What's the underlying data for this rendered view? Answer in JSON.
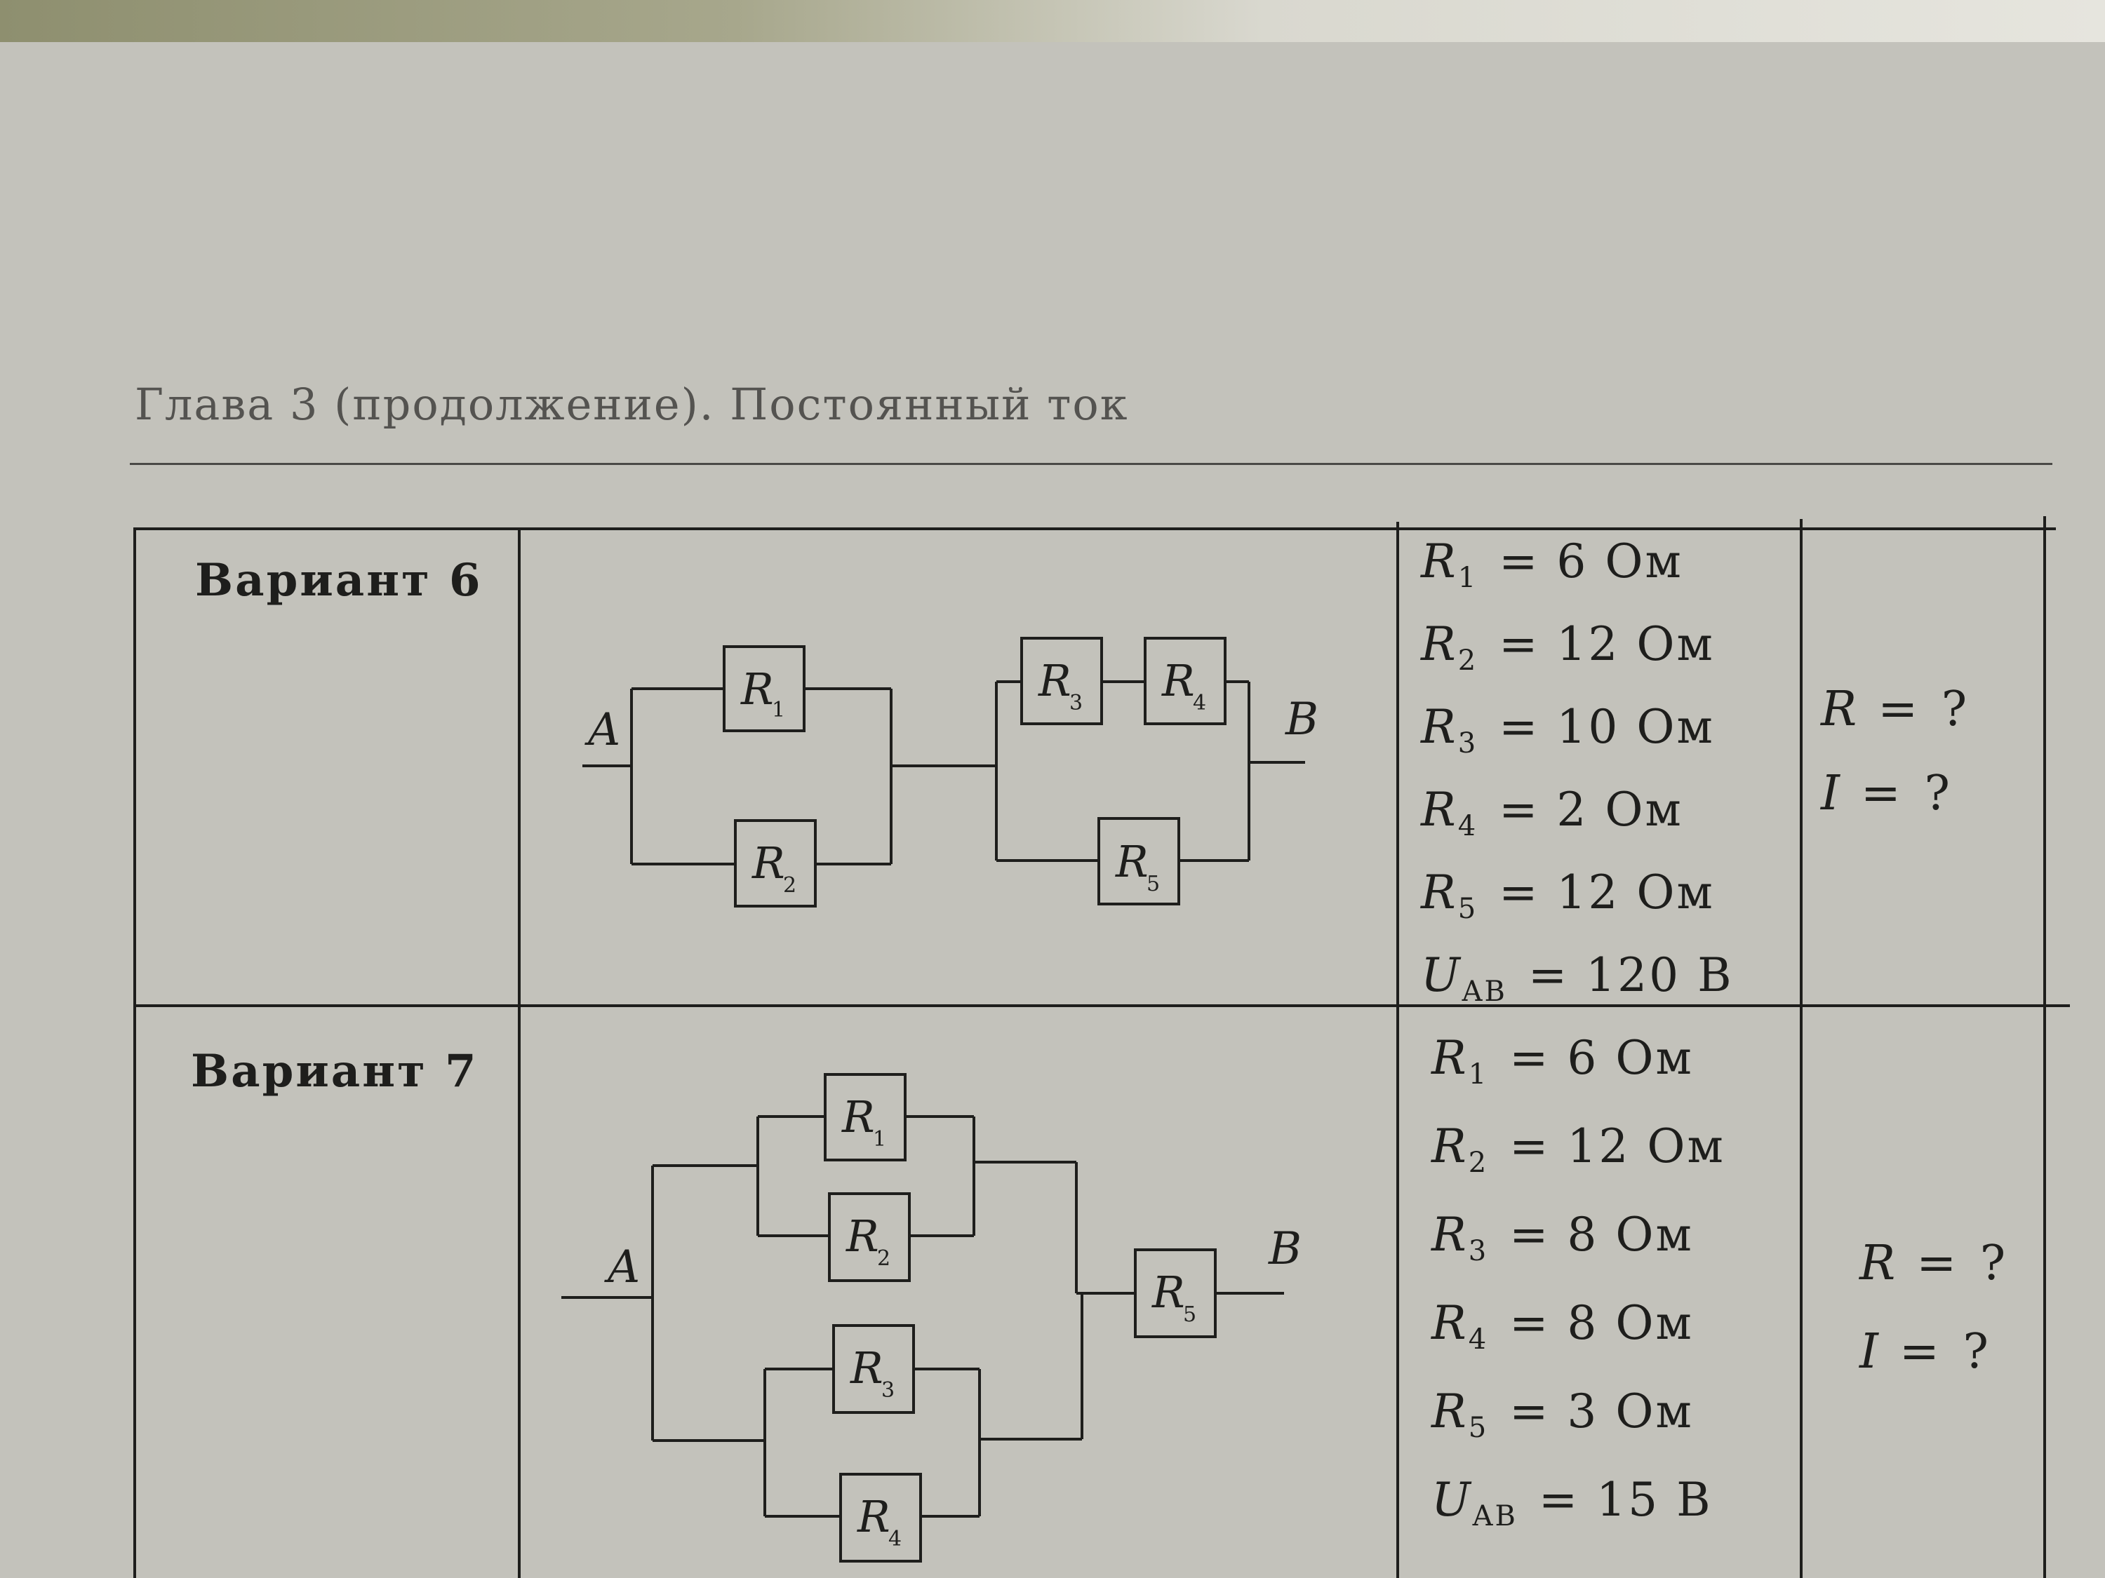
{
  "header": {
    "title": "Глава 3 (продолжение). Постоянный ток"
  },
  "variants": [
    {
      "label": "Вариант 6",
      "node_a": "A",
      "node_b": "B",
      "resistors": [
        {
          "name": "R",
          "sub": "1"
        },
        {
          "name": "R",
          "sub": "2"
        },
        {
          "name": "R",
          "sub": "3"
        },
        {
          "name": "R",
          "sub": "4"
        },
        {
          "name": "R",
          "sub": "5"
        }
      ],
      "given": [
        {
          "sym": "R",
          "sub": "1",
          "value": "= 6 Ом"
        },
        {
          "sym": "R",
          "sub": "2",
          "value": "= 12 Ом"
        },
        {
          "sym": "R",
          "sub": "3",
          "value": "= 10 Ом"
        },
        {
          "sym": "R",
          "sub": "4",
          "value": "= 2 Ом"
        },
        {
          "sym": "R",
          "sub": "5",
          "value": "= 12 Ом"
        },
        {
          "sym": "U",
          "sub": "AB",
          "value": "= 120 В"
        }
      ],
      "find": [
        {
          "sym": "R",
          "value": "= ?"
        },
        {
          "sym": "I",
          "value": "= ?"
        }
      ]
    },
    {
      "label": "Вариант 7",
      "node_a": "A",
      "node_b": "B",
      "resistors": [
        {
          "name": "R",
          "sub": "1"
        },
        {
          "name": "R",
          "sub": "2"
        },
        {
          "name": "R",
          "sub": "3"
        },
        {
          "name": "R",
          "sub": "4"
        },
        {
          "name": "R",
          "sub": "5"
        }
      ],
      "given": [
        {
          "sym": "R",
          "sub": "1",
          "value": "= 6 Ом"
        },
        {
          "sym": "R",
          "sub": "2",
          "value": "= 12 Ом"
        },
        {
          "sym": "R",
          "sub": "3",
          "value": "= 8 Ом"
        },
        {
          "sym": "R",
          "sub": "4",
          "value": "= 8 Ом"
        },
        {
          "sym": "R",
          "sub": "5",
          "value": "= 3 Ом"
        },
        {
          "sym": "U",
          "sub": "AB",
          "value": "= 15 В"
        }
      ],
      "find": [
        {
          "sym": "R",
          "value": "= ?"
        },
        {
          "sym": "I",
          "value": "= ?"
        }
      ]
    }
  ],
  "colors": {
    "paper": "#c3c2bb",
    "ink": "#1e1e1c",
    "header_ink": "#545350"
  }
}
